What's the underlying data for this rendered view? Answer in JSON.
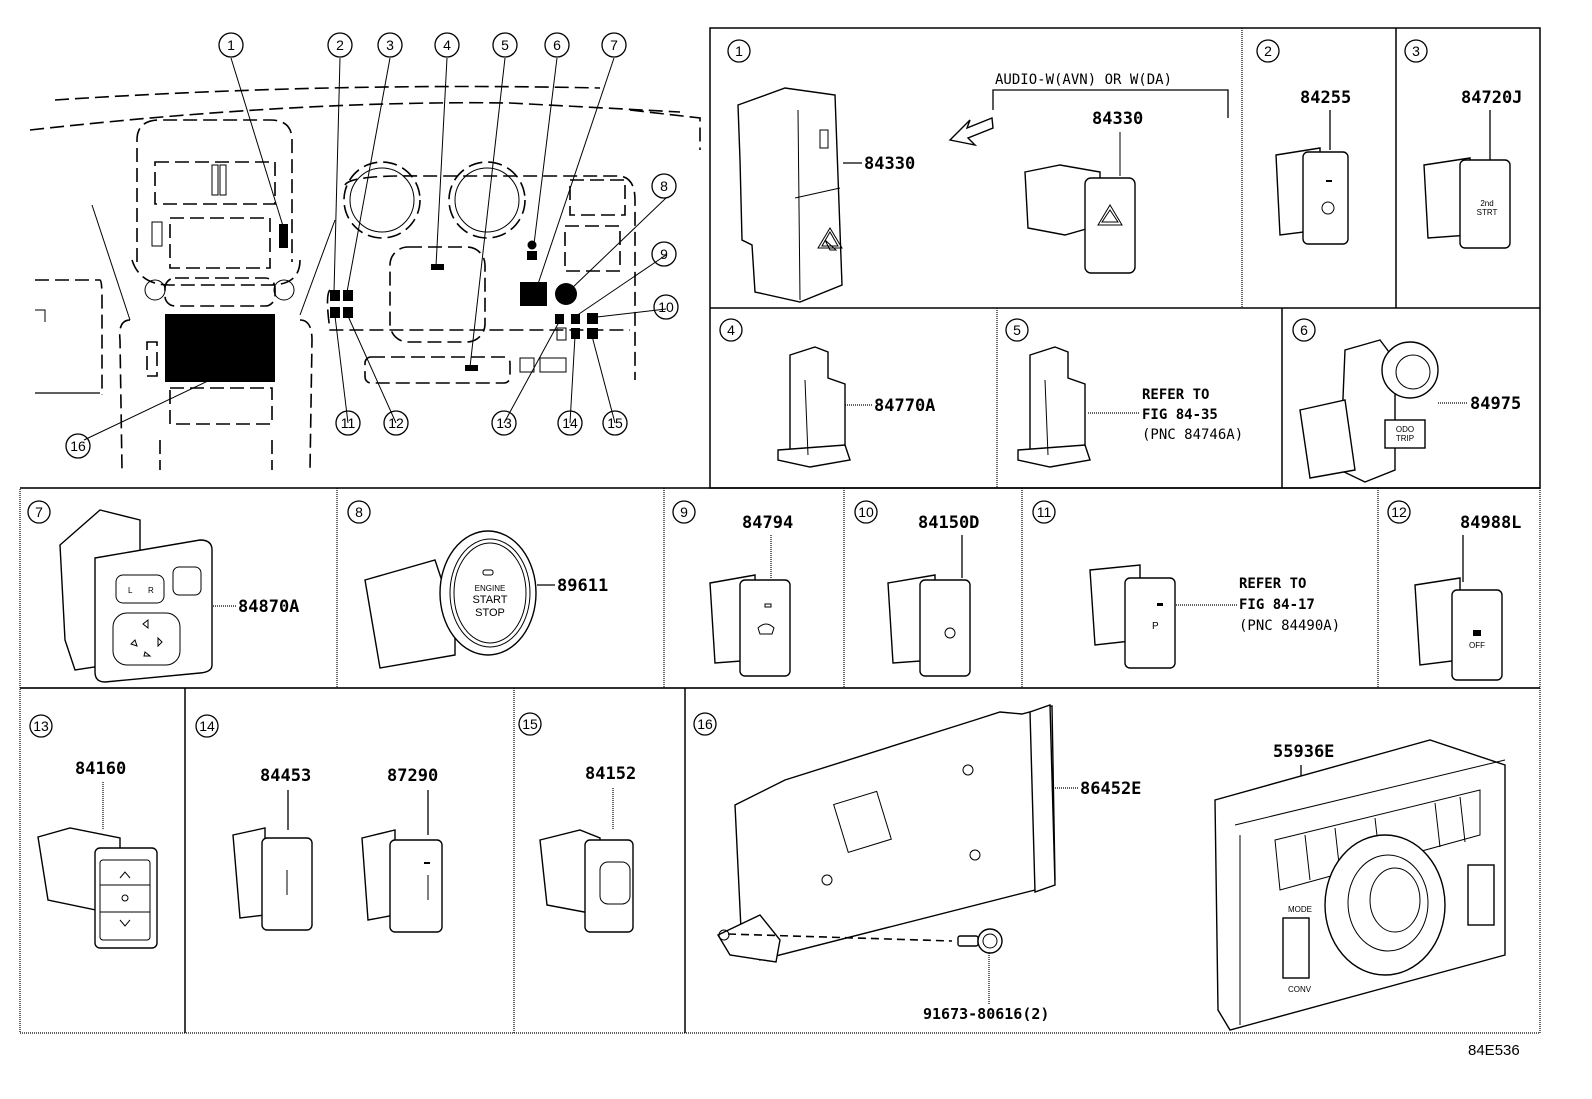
{
  "figure": {
    "figure_id": "84E536",
    "title": "Switch and Relay - Instrument Panel Switches"
  },
  "overview": {
    "callouts": [
      "1",
      "2",
      "3",
      "4",
      "5",
      "6",
      "7",
      "8",
      "9",
      "10",
      "11",
      "12",
      "13",
      "14",
      "15",
      "16"
    ]
  },
  "panels": [
    {
      "key": "1",
      "parts": [
        {
          "number": "84330",
          "role": "hazard switch assembly (integrated)"
        },
        {
          "number": "84330",
          "role": "hazard switch (separate)"
        }
      ],
      "condition": "AUDIO-W(AVN) OR W(DA)"
    },
    {
      "key": "2",
      "parts": [
        {
          "number": "84255",
          "role": "seat heater switch"
        }
      ]
    },
    {
      "key": "3",
      "parts": [
        {
          "number": "84720J",
          "role": "2nd start switch"
        }
      ],
      "switch_text": [
        "2nd",
        "STRT"
      ]
    },
    {
      "key": "4",
      "parts": [
        {
          "number": "84770A",
          "role": "stop lamp switch"
        }
      ]
    },
    {
      "key": "5",
      "parts": [],
      "reference": [
        "REFER TO",
        "FIG 84-35",
        "(PNC 84746A)"
      ]
    },
    {
      "key": "6",
      "parts": [
        {
          "number": "84975",
          "role": "odo/trip switch"
        }
      ],
      "switch_text": [
        "ODO",
        "TRIP"
      ]
    },
    {
      "key": "7",
      "parts": [
        {
          "number": "84870A",
          "role": "outer mirror switch"
        }
      ],
      "switch_text": [
        "L",
        "R"
      ]
    },
    {
      "key": "8",
      "parts": [
        {
          "number": "89611",
          "role": "engine start stop switch"
        }
      ],
      "switch_text": [
        "ENGINE",
        "START",
        "STOP"
      ]
    },
    {
      "key": "9",
      "parts": [
        {
          "number": "84794",
          "role": "rear defogger switch"
        }
      ]
    },
    {
      "key": "10",
      "parts": [
        {
          "number": "84150D",
          "role": "fog lamp switch"
        }
      ]
    },
    {
      "key": "11",
      "parts": [],
      "reference": [
        "REFER TO",
        "FIG 84-17",
        "(PNC 84490A)"
      ],
      "switch_text": [
        "P"
      ]
    },
    {
      "key": "12",
      "parts": [
        {
          "number": "84988L",
          "role": "VSC off switch"
        }
      ],
      "switch_text": [
        "OFF"
      ]
    },
    {
      "key": "13",
      "parts": [
        {
          "number": "84160",
          "role": "headlamp leveling switch"
        }
      ]
    },
    {
      "key": "14",
      "parts": [
        {
          "number": "84453",
          "role": "steering heater switch"
        },
        {
          "number": "87290",
          "role": "seat heater switch"
        }
      ]
    },
    {
      "key": "15",
      "parts": [
        {
          "number": "84152",
          "role": "headlamp cleaner switch"
        }
      ]
    },
    {
      "key": "16",
      "parts": [
        {
          "number": "86452E",
          "role": "bracket"
        },
        {
          "number": "91673-80616(2)",
          "role": "bolt"
        },
        {
          "number": "55936E",
          "role": "heater control panel"
        }
      ],
      "switch_text": [
        "MODE",
        "CONV"
      ]
    }
  ]
}
